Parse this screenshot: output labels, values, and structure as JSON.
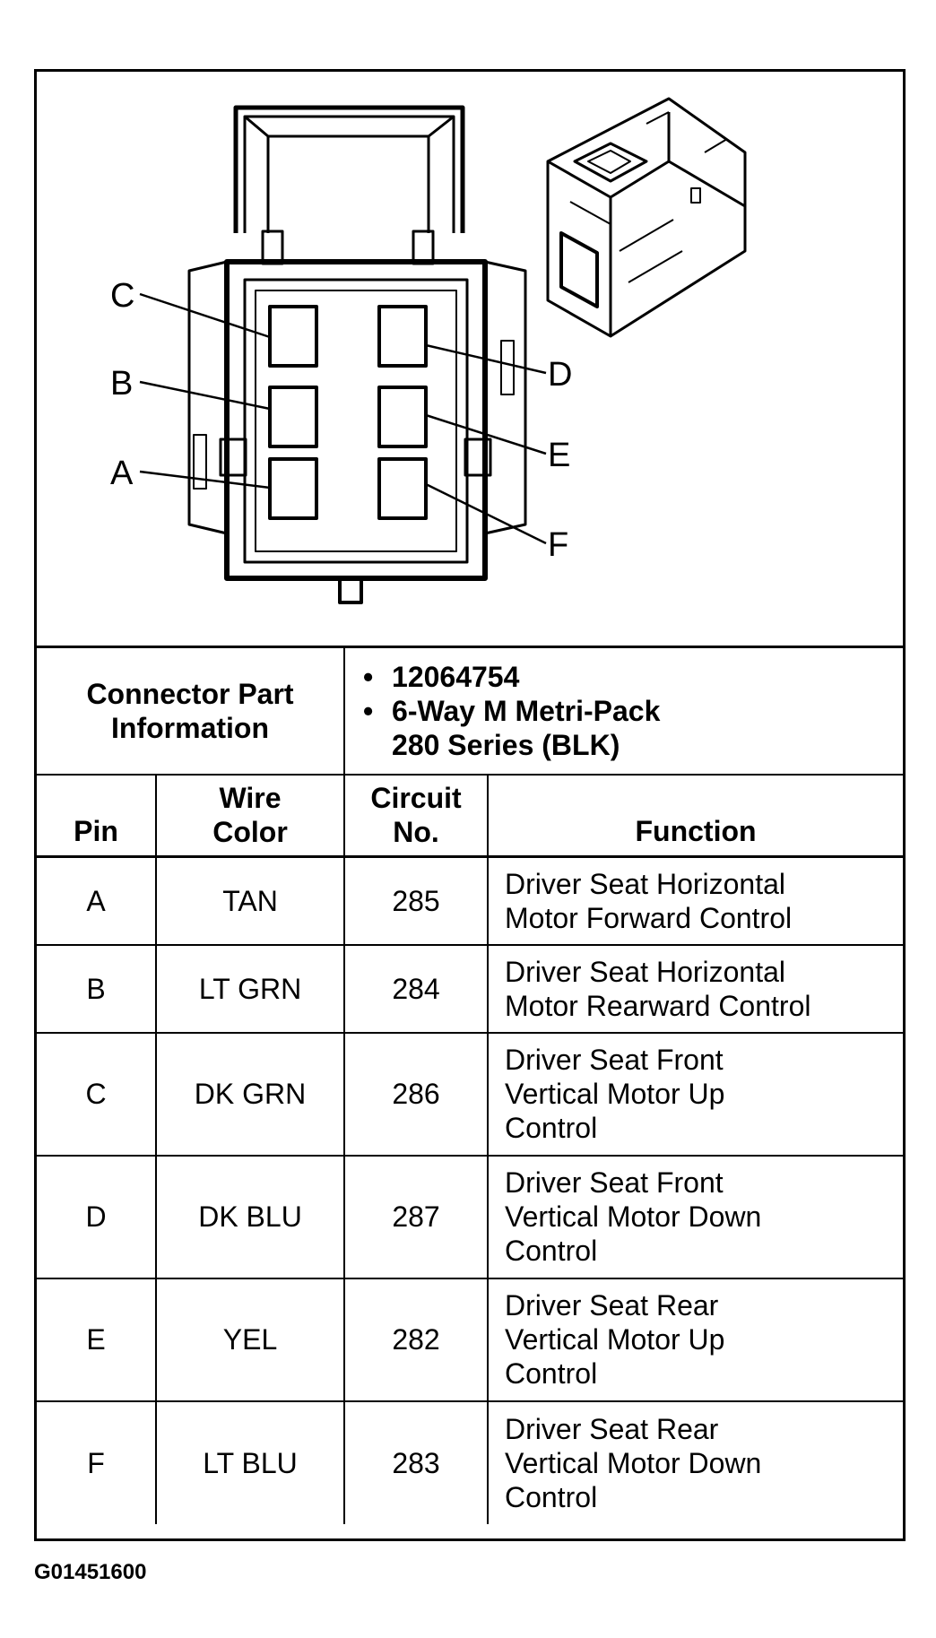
{
  "diagram": {
    "pin_labels": [
      "A",
      "B",
      "C",
      "D",
      "E",
      "F"
    ]
  },
  "connector_info": {
    "label": "Connector Part Information",
    "part_number": "12064754",
    "description_line1": "6-Way M Metri-Pack",
    "description_line2": "280 Series (BLK)"
  },
  "table": {
    "headers": {
      "pin": "Pin",
      "wire_color_line1": "Wire",
      "wire_color_line2": "Color",
      "circuit_line1": "Circuit",
      "circuit_line2": "No.",
      "function": "Function"
    },
    "rows": [
      {
        "pin": "A",
        "wire_color": "TAN",
        "circuit": "285",
        "function_lines": [
          "Driver Seat Horizontal",
          "Motor Forward Control"
        ]
      },
      {
        "pin": "B",
        "wire_color": "LT GRN",
        "circuit": "284",
        "function_lines": [
          "Driver Seat Horizontal",
          "Motor Rearward Control"
        ]
      },
      {
        "pin": "C",
        "wire_color": "DK GRN",
        "circuit": "286",
        "function_lines": [
          "Driver Seat Front",
          "Vertical Motor Up",
          "Control"
        ]
      },
      {
        "pin": "D",
        "wire_color": "DK BLU",
        "circuit": "287",
        "function_lines": [
          "Driver Seat Front",
          "Vertical Motor Down",
          "Control"
        ]
      },
      {
        "pin": "E",
        "wire_color": "YEL",
        "circuit": "282",
        "function_lines": [
          "Driver Seat Rear",
          "Vertical Motor Up",
          "Control"
        ]
      },
      {
        "pin": "F",
        "wire_color": "LT BLU",
        "circuit": "283",
        "function_lines": [
          "Driver Seat Rear",
          "Vertical Motor Down",
          "Control"
        ]
      }
    ]
  },
  "figure_id": "G01451600"
}
